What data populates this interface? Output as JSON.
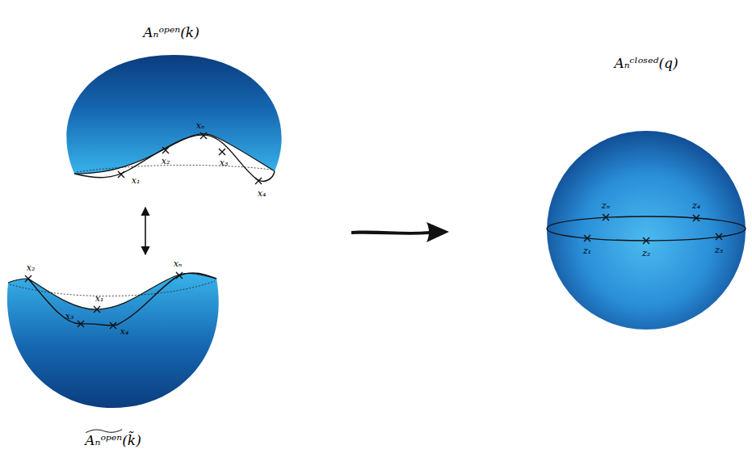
{
  "diagram": {
    "nodes": [
      {
        "text": [
          "Aₙᵒᵖᵉⁿ(k)",
          "x₁",
          "x₂",
          "xₙ",
          "x₃",
          "x₄"
        ]
      },
      {
        "text": [
          "x₂",
          "xₙ",
          "x₁",
          "x₃",
          "x₄",
          "Aₙᵒᵖᵉⁿ(k̃)"
        ]
      },
      {
        "text": [
          "Aₙᶜˡᵒˢᵉᵈ(q)",
          "zₙ",
          "z₄",
          "z₁",
          "z₂",
          "z₃"
        ]
      }
    ],
    "edges": [
      {
        "from": 0,
        "to": 1,
        "arrow": "both"
      }
    ]
  }
}
